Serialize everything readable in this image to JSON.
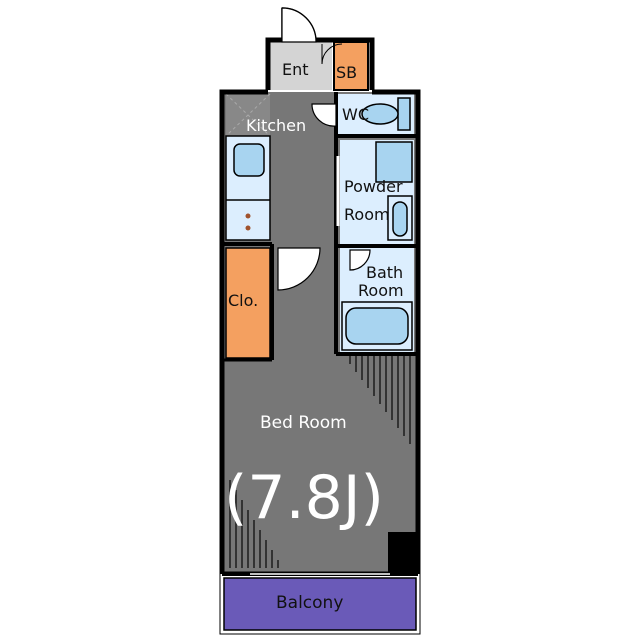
{
  "labels": {
    "entrance": "Ent",
    "shoe_box": "SB",
    "wc": "WC",
    "kitchen": "Kitchen",
    "powder_room_line1": "Powder",
    "powder_room_line2": "Room",
    "bath_room_line1": "Bath",
    "bath_room_line2": "Room",
    "closet": "Clo.",
    "bed_room": "Bed Room",
    "bed_room_size": "(7.8J)",
    "balcony": "Balcony"
  },
  "colors": {
    "wall": "#000000",
    "floor_gray": "#777777",
    "entrance_gray": "#d4d4d4",
    "wet_area": "#dceefe",
    "fixture_blue": "#a8d4f0",
    "closet_orange": "#f4a060",
    "balcony_purple": "#6a5ab8",
    "text_white": "#ffffff"
  }
}
